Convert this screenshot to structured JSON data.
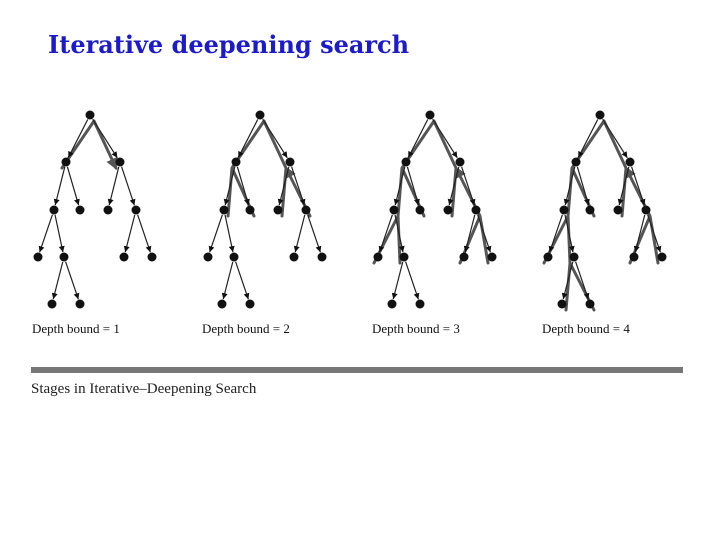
{
  "slide": {
    "title": "Iterative deepening search"
  },
  "figure": {
    "caption": "Stages in Iterative–Deepening Search",
    "panels": [
      {
        "label": "Depth bound = 1",
        "depth_bound": 1
      },
      {
        "label": "Depth bound = 2",
        "depth_bound": 2
      },
      {
        "label": "Depth bound = 3",
        "depth_bound": 3
      },
      {
        "label": "Depth bound = 4",
        "depth_bound": 4
      }
    ],
    "colors": {
      "node": "#111111",
      "edge": "#222222",
      "path": "#555555",
      "rule": "#777777"
    }
  }
}
